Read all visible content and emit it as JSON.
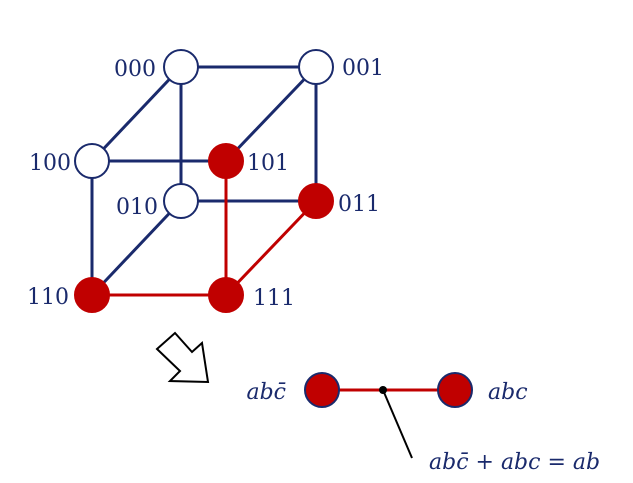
{
  "colors": {
    "blue_edge": "#1a2a6c",
    "red": "#c00000",
    "white_fill": "#ffffff",
    "vertex_stroke": "#1a2a6c",
    "text": "#1a2a6c",
    "pointer": "#000000"
  },
  "cube": {
    "vertices": {
      "v000": {
        "label": "000",
        "state": "off"
      },
      "v001": {
        "label": "001",
        "state": "off"
      },
      "v100": {
        "label": "100",
        "state": "off"
      },
      "v101": {
        "label": "101",
        "state": "on"
      },
      "v010": {
        "label": "010",
        "state": "off"
      },
      "v011": {
        "label": "011",
        "state": "on"
      },
      "v110": {
        "label": "110",
        "state": "on"
      },
      "v111": {
        "label": "111",
        "state": "on"
      }
    },
    "edges": [
      {
        "from": "v000",
        "to": "v001",
        "highlight": false
      },
      {
        "from": "v000",
        "to": "v100",
        "highlight": false
      },
      {
        "from": "v000",
        "to": "v010",
        "highlight": false
      },
      {
        "from": "v001",
        "to": "v101",
        "highlight": false
      },
      {
        "from": "v001",
        "to": "v011",
        "highlight": false
      },
      {
        "from": "v100",
        "to": "v101",
        "highlight": false
      },
      {
        "from": "v100",
        "to": "v110",
        "highlight": false
      },
      {
        "from": "v010",
        "to": "v011",
        "highlight": false
      },
      {
        "from": "v010",
        "to": "v110",
        "highlight": false
      },
      {
        "from": "v101",
        "to": "v111",
        "highlight": true
      },
      {
        "from": "v110",
        "to": "v111",
        "highlight": true
      },
      {
        "from": "v011",
        "to": "v111",
        "highlight": true
      }
    ]
  },
  "merge": {
    "left_term": "abc̄",
    "right_term": "abc",
    "result_expression": "abc̄ + abc = ab"
  }
}
